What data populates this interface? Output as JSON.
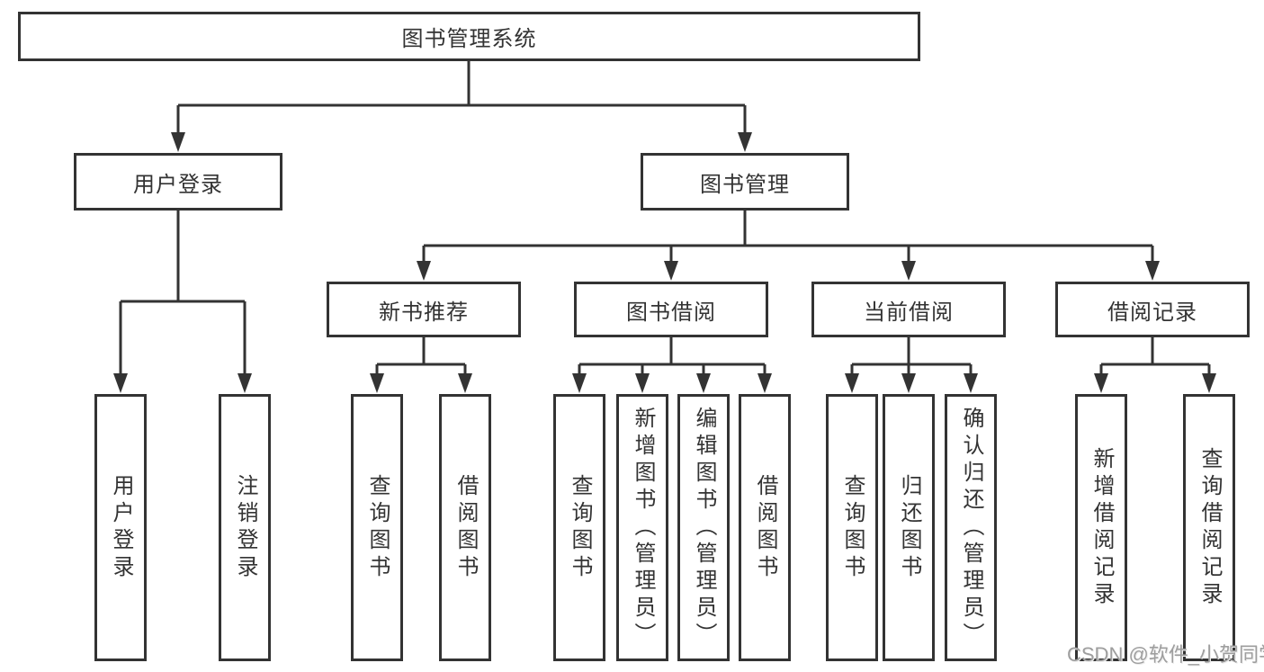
{
  "diagram": {
    "root": {
      "label": "图书管理系统"
    },
    "level2": [
      {
        "label": "用户登录"
      },
      {
        "label": "图书管理"
      }
    ],
    "level3": [
      {
        "label": "新书推荐"
      },
      {
        "label": "图书借阅"
      },
      {
        "label": "当前借阅"
      },
      {
        "label": "借阅记录"
      }
    ],
    "leaves": [
      {
        "parent": "用户登录",
        "label": "用户登录"
      },
      {
        "parent": "用户登录",
        "label": "注销登录"
      },
      {
        "parent": "新书推荐",
        "label": "查询图书"
      },
      {
        "parent": "新书推荐",
        "label": "借阅图书"
      },
      {
        "parent": "图书借阅",
        "label": "查询图书"
      },
      {
        "parent": "图书借阅",
        "label": "新增图书（管理员）"
      },
      {
        "parent": "图书借阅",
        "label": "编辑图书（管理员）"
      },
      {
        "parent": "图书借阅",
        "label": "借阅图书"
      },
      {
        "parent": "当前借阅",
        "label": "查询图书"
      },
      {
        "parent": "当前借阅",
        "label": "归还图书"
      },
      {
        "parent": "当前借阅",
        "label": "确认归还（管理员）"
      },
      {
        "parent": "借阅记录",
        "label": "新增借阅记录"
      },
      {
        "parent": "借阅记录",
        "label": "查询借阅记录"
      }
    ],
    "watermark": "CSDN @软件_小贺同学",
    "colors": {
      "line": "#333333",
      "box_border": "#333333",
      "text": "#333333",
      "watermark": "#9e9e9e",
      "background": "#ffffff"
    }
  }
}
